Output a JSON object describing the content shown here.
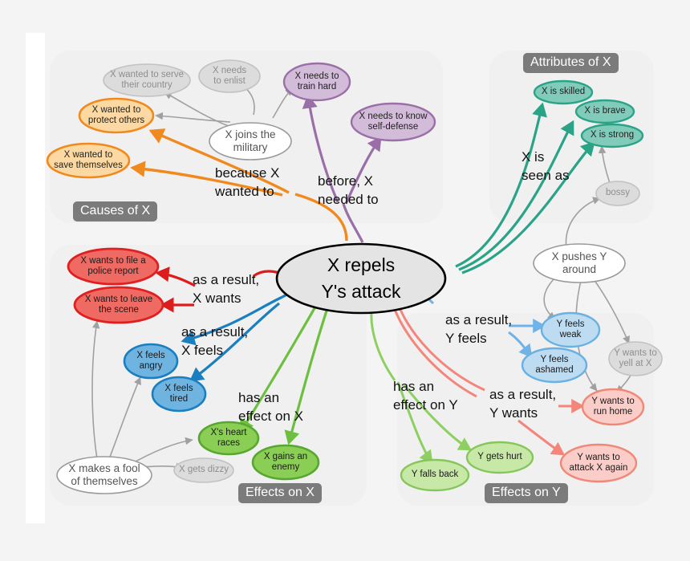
{
  "center": {
    "label": "X repels\nY's attack"
  },
  "panels": [
    {
      "id": "causes",
      "chip": "Causes of X"
    },
    {
      "id": "attributes",
      "chip": "Attributes of X"
    },
    {
      "id": "effects_x",
      "chip": "Effects on X"
    },
    {
      "id": "effects_y",
      "chip": "Effects on Y"
    }
  ],
  "edge_labels": [
    {
      "id": "because",
      "text": "because X\nwanted to"
    },
    {
      "id": "before",
      "text": "before, X\nneeded to"
    },
    {
      "id": "seen_as",
      "text": "X is\nseen as"
    },
    {
      "id": "xwants",
      "text": "as a result,\nX wants"
    },
    {
      "id": "xfeels",
      "text": "as a result,\nX feels"
    },
    {
      "id": "effect_on_x",
      "text": "has an\neffect on X"
    },
    {
      "id": "yfeels",
      "text": "as a result,\nY feels"
    },
    {
      "id": "ywants",
      "text": "as a result,\nY wants"
    },
    {
      "id": "effect_on_y",
      "text": "has an\neffect on Y"
    }
  ],
  "nodes": [
    {
      "id": "n_serve",
      "label": "X wanted to serve\ntheir country",
      "style": "gray"
    },
    {
      "id": "n_enlist",
      "label": "X needs\nto enlist",
      "style": "gray"
    },
    {
      "id": "n_military",
      "label": "X joins the\nmilitary",
      "style": "white"
    },
    {
      "id": "n_protect",
      "label": "X wanted to\nprotect others",
      "style": "orange"
    },
    {
      "id": "n_save",
      "label": "X wanted to\nsave themselves",
      "style": "orange"
    },
    {
      "id": "n_train",
      "label": "X needs to\ntrain hard",
      "style": "purple"
    },
    {
      "id": "n_selfdef",
      "label": "X needs to know\nself-defense",
      "style": "purple"
    },
    {
      "id": "n_skilled",
      "label": "X is skilled",
      "style": "teal"
    },
    {
      "id": "n_brave",
      "label": "X is brave",
      "style": "teal"
    },
    {
      "id": "n_strong",
      "label": "X is strong",
      "style": "teal"
    },
    {
      "id": "n_bossy",
      "label": "bossy",
      "style": "gray"
    },
    {
      "id": "n_pushes",
      "label": "X pushes Y\naround",
      "style": "white"
    },
    {
      "id": "n_police",
      "label": "X wants to file a\npolice report",
      "style": "red"
    },
    {
      "id": "n_leave",
      "label": "X wants to leave\nthe scene",
      "style": "red"
    },
    {
      "id": "n_angry",
      "label": "X feels\nangry",
      "style": "blue"
    },
    {
      "id": "n_tired",
      "label": "X feels\ntired",
      "style": "blue"
    },
    {
      "id": "n_heart",
      "label": "X's heart\nraces",
      "style": "green"
    },
    {
      "id": "n_enemy",
      "label": "X gains an\nenemy",
      "style": "green"
    },
    {
      "id": "n_fool",
      "label": "X makes a fool\nof themselves",
      "style": "white"
    },
    {
      "id": "n_dizzy",
      "label": "X gets dizzy",
      "style": "gray"
    },
    {
      "id": "n_yweak",
      "label": "Y feels\nweak",
      "style": "lightblue"
    },
    {
      "id": "n_yashamed",
      "label": "Y feels\nashamed",
      "style": "lightblue"
    },
    {
      "id": "n_yyell",
      "label": "Y wants to\nyell at X",
      "style": "gray"
    },
    {
      "id": "n_yrun",
      "label": "Y wants to\nrun home",
      "style": "pink"
    },
    {
      "id": "n_yattack",
      "label": "Y wants to\nattack X again",
      "style": "pink"
    },
    {
      "id": "n_yfalls",
      "label": "Y falls back",
      "style": "lightgreen"
    },
    {
      "id": "n_yhurt",
      "label": "Y gets hurt",
      "style": "lightgreen"
    }
  ],
  "colors": {
    "background": "#f4f4f4",
    "panel": "#f0f0f0",
    "chip": "#7b7b7b",
    "center_fill": "#e4e4e4",
    "center_stroke": "#000000",
    "orange_fill": "#fcd9a3",
    "orange_stroke": "#f08a1e",
    "purple_fill": "#d3bcd9",
    "purple_stroke": "#9a6fa7",
    "teal_fill": "#80cbb9",
    "teal_stroke": "#2aa387",
    "red_fill": "#ef6a63",
    "red_stroke": "#e02020",
    "blue_fill": "#6fb3e0",
    "blue_stroke": "#1a7fc1",
    "green_fill": "#8ace55",
    "green_stroke": "#58a731",
    "lightblue_fill": "#bddcf2",
    "lightblue_stroke": "#6ab0e0",
    "pink_fill": "#fbcdc8",
    "pink_stroke": "#f08878",
    "lightgreen_fill": "#c8e8a8",
    "lightgreen_stroke": "#86c65a",
    "gray_fill": "#dcdcdc",
    "gray_stroke": "#c2c2c2",
    "white_fill": "#ffffff",
    "white_stroke": "#9a9a9a",
    "gray_edge": "#a0a0a0"
  }
}
